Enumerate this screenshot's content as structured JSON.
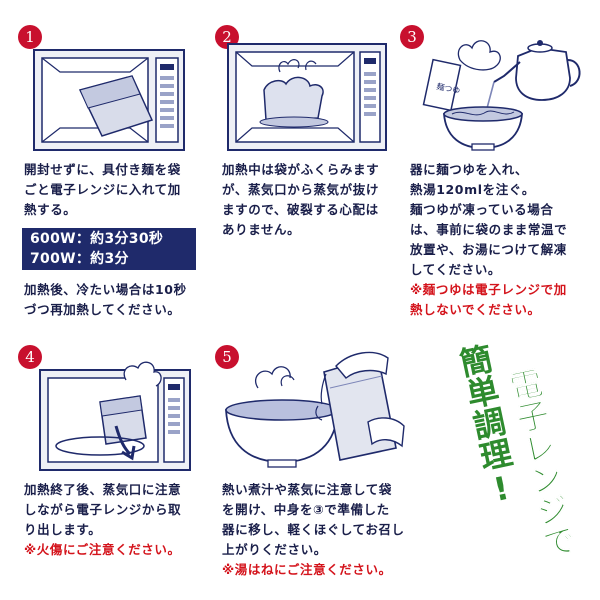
{
  "steps": [
    {
      "number": "1",
      "lines": [
        "開封せずに、具付き麺を袋",
        "ごと電子レンジに入れて加",
        "熱する。"
      ],
      "power": [
        "600W：約3分30秒",
        "700W：約3分"
      ],
      "after": [
        "加熱後、冷たい場合は10秒",
        "づつ再加熱してください。"
      ]
    },
    {
      "number": "2",
      "lines": [
        "加熱中は袋がふくらみます",
        "が、蒸気口から蒸気が抜け",
        "ますので、破裂する心配は",
        "ありません。"
      ]
    },
    {
      "number": "3",
      "lines": [
        "器に麺つゆを入れ、",
        "熱湯120mlを注ぐ。",
        "麺つゆが凍っている場合",
        "は、事前に袋のまま常温で",
        "放置や、お湯につけて解凍",
        "してください。"
      ],
      "note": [
        "※麺つゆは電子レンジで加",
        "熱しないでください。"
      ],
      "packet_label": "麺つゆ"
    },
    {
      "number": "4",
      "lines": [
        "加熱終了後、蒸気口に注意",
        "しながら電子レンジから取",
        "り出します。"
      ],
      "note": [
        "※火傷にご注意ください。"
      ]
    },
    {
      "number": "5",
      "lines": [
        "熱い煮汁や蒸気に注意して袋",
        "を開け、中身を③で準備した",
        "器に移し、軽くほぐしてお召し",
        "上がりください。"
      ],
      "note": [
        "※湯はねにご注意ください。"
      ]
    }
  ],
  "slogan": {
    "line1": "電子レンジで",
    "line2": "簡単調理!"
  },
  "colors": {
    "navy": "#1f2a6b",
    "red": "#c8102e",
    "green": "#2e8b2e",
    "note_red": "#d4141c"
  }
}
